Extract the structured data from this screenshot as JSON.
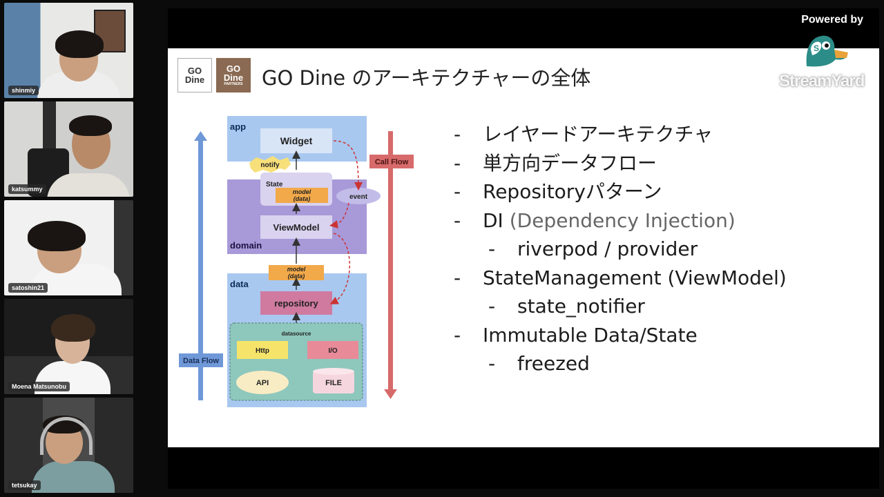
{
  "participants": [
    {
      "name": "shinmiy"
    },
    {
      "name": "katsummy"
    },
    {
      "name": "satoshin21"
    },
    {
      "name": "Moena Matsunobu"
    },
    {
      "name": "tetsukay"
    }
  ],
  "branding": {
    "powered_by": "Powered by",
    "brand": "StreamYard"
  },
  "slide": {
    "logo1": {
      "line1": "GO",
      "line2": "Dine"
    },
    "logo2": {
      "line1": "GO",
      "line2": "Dine",
      "line3": "PARTNERS"
    },
    "title": "GO Dine のアーキテクチャーの全体",
    "bullets": [
      {
        "dash": "-",
        "text": "レイヤードアーキテクチャ",
        "level": 1
      },
      {
        "dash": "-",
        "text": "単方向データフロー",
        "level": 1
      },
      {
        "dash": "-",
        "text": "Repositoryパターン",
        "level": 1
      },
      {
        "dash": "-",
        "text": "DI",
        "suffix": "(Dependency Injection)",
        "level": 1
      },
      {
        "dash": "-",
        "text": "riverpod / provider",
        "level": 2
      },
      {
        "dash": "-",
        "text": "StateManagement (ViewModel)",
        "level": 1
      },
      {
        "dash": "-",
        "text": "state_notifier",
        "level": 2
      },
      {
        "dash": "-",
        "text": "Immutable Data/State",
        "level": 1
      },
      {
        "dash": "-",
        "text": "freezed",
        "level": 2
      }
    ],
    "diagram": {
      "app_label": "app",
      "domain_label": "domain",
      "data_label": "data",
      "widget": "Widget",
      "notify": "notify",
      "state": "State",
      "model1": "model",
      "model1_sub": "(data)",
      "event": "event",
      "viewmodel": "ViewModel",
      "model2": "model",
      "model2_sub": "(data)",
      "repository": "repository",
      "datasource": "datasource",
      "http": "Http",
      "io": "I/O",
      "api": "API",
      "file": "FILE",
      "data_flow": "Data Flow",
      "call_flow": "Call Flow"
    }
  }
}
